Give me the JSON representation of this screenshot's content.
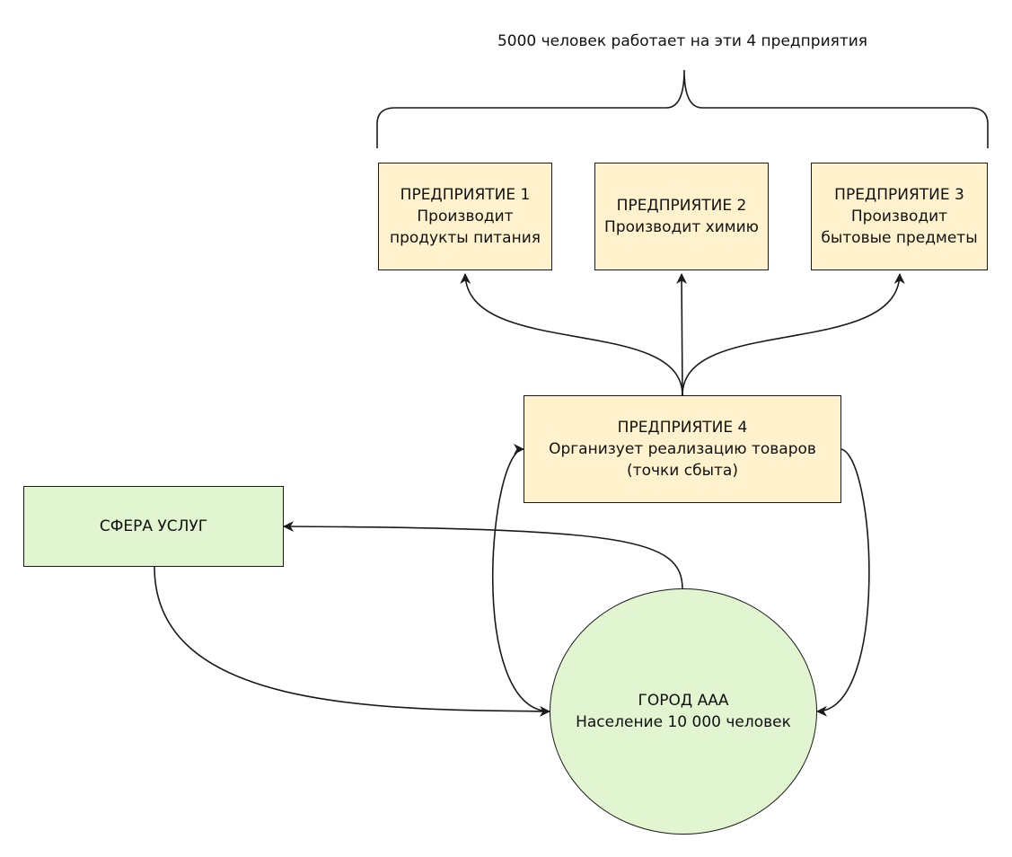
{
  "header": {
    "caption": "5000 человек работает на эти 4 предприятия"
  },
  "nodes": {
    "e1": {
      "line1": "ПРЕДПРИЯТИЕ 1",
      "line2": "Производит",
      "line3": "продукты питания"
    },
    "e2": {
      "line1": "ПРЕДПРИЯТИЕ 2",
      "line2": "Производит химию"
    },
    "e3": {
      "line1": "ПРЕДПРИЯТИЕ 3",
      "line2": "Производит",
      "line3": "бытовые предметы"
    },
    "e4": {
      "line1": "ПРЕДПРИЯТИЕ 4",
      "line2": "Организует реализацию товаров",
      "line3": "(точки сбыта)"
    },
    "services": {
      "line1": "СФЕРА УСЛУГ"
    },
    "city": {
      "line1": "ГОРОД ААА",
      "line2": "Население 10 000 человек"
    }
  },
  "colors": {
    "enterprise_fill": "#fff2cc",
    "green_fill": "#e1f5d1",
    "stroke": "#1a1a1a"
  }
}
